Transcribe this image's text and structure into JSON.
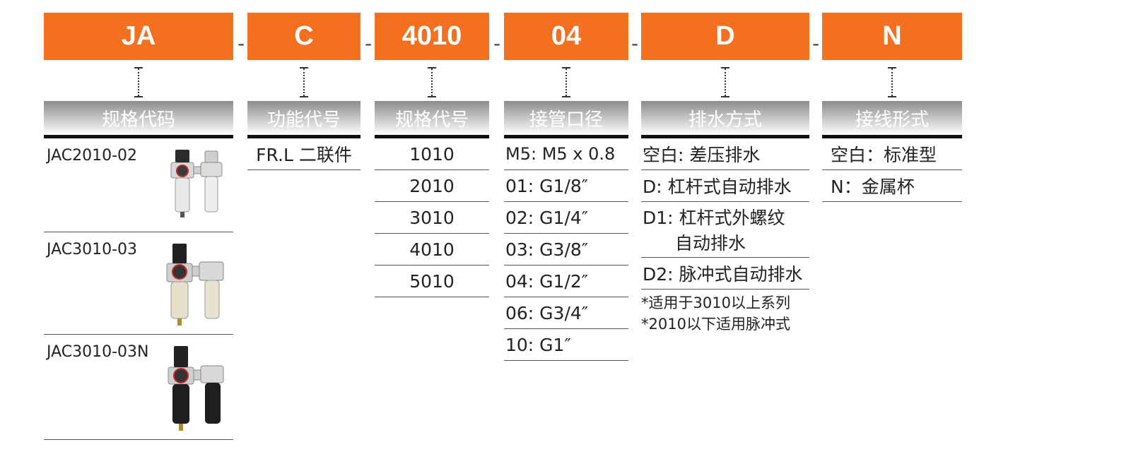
{
  "codes": [
    {
      "segment": "JA",
      "header": "规格代码"
    },
    {
      "segment": "C",
      "header": "功能代号"
    },
    {
      "segment": "4010",
      "header": "规格代号"
    },
    {
      "segment": "04",
      "header": "接管口径"
    },
    {
      "segment": "D",
      "header": "排水方式"
    },
    {
      "segment": "N",
      "header": "接线形式"
    }
  ],
  "separator": "-",
  "products": [
    "JAC2010-02",
    "JAC3010-03",
    "JAC3010-03N"
  ],
  "function_items": [
    "FR.L 二联件"
  ],
  "size_items": [
    "1010",
    "2010",
    "3010",
    "4010",
    "5010"
  ],
  "port_items": [
    "M5: M5 x 0.8",
    "01: G1/8″",
    "02: G1/4″",
    "03: G3/8″",
    "04: G1/2″",
    "06: G3/4″",
    "10: G1″"
  ],
  "drain_items": [
    "空白: 差压排水",
    "D: 杠杆式自动排水",
    "D1: 杠杆式外螺纹",
    "自动排水",
    "D2: 脉冲式自动排水"
  ],
  "drain_notes": [
    "*适用于3010以上系列",
    "*2010以下适用脉冲式"
  ],
  "connect_items": [
    "空白：标准型",
    "N：金属杯"
  ],
  "colors": {
    "accent": "#f37021",
    "header_dark": "#8c8c8c"
  }
}
